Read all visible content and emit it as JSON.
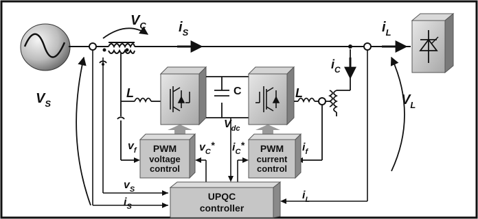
{
  "labels": {
    "vc_top": "V",
    "vc_top_sub": "C",
    "is_top": "i",
    "is_top_sub": "S",
    "il_top": "i",
    "il_top_sub": "L",
    "ic_right": "i",
    "ic_right_sub": "C",
    "vs_left": "V",
    "vs_left_sub": "S",
    "vl_right": "V",
    "vl_right_sub": "L",
    "L_left": "L",
    "L_right": "L",
    "C_mid": "C",
    "vdc": "V",
    "vdc_sub": "dc",
    "vf": "v",
    "vf_sub": "f",
    "vc_star": "v",
    "vc_star_sub": "C",
    "vc_star_mark": "*",
    "ic_star": "i",
    "ic_star_sub": "C",
    "ic_star_mark": "*",
    "if": "i",
    "if_sub": "f",
    "vs_low": "v",
    "vs_low_sub": "S",
    "is_low": "i",
    "is_low_sub": "S",
    "il_low": "i",
    "il_low_sub": "L"
  },
  "blocks": {
    "pwm_voltage": [
      "PWM",
      "voltage",
      "control"
    ],
    "pwm_current": [
      "PWM",
      "current",
      "control"
    ],
    "upqc": [
      "UPQC",
      "controller"
    ]
  },
  "colors": {
    "line": "#111111",
    "block_fill": "#c8c8c8",
    "block_light": "#e2e2e2",
    "block_dark": "#8a8a8a",
    "arrow_fat": "#9a9a9a"
  }
}
